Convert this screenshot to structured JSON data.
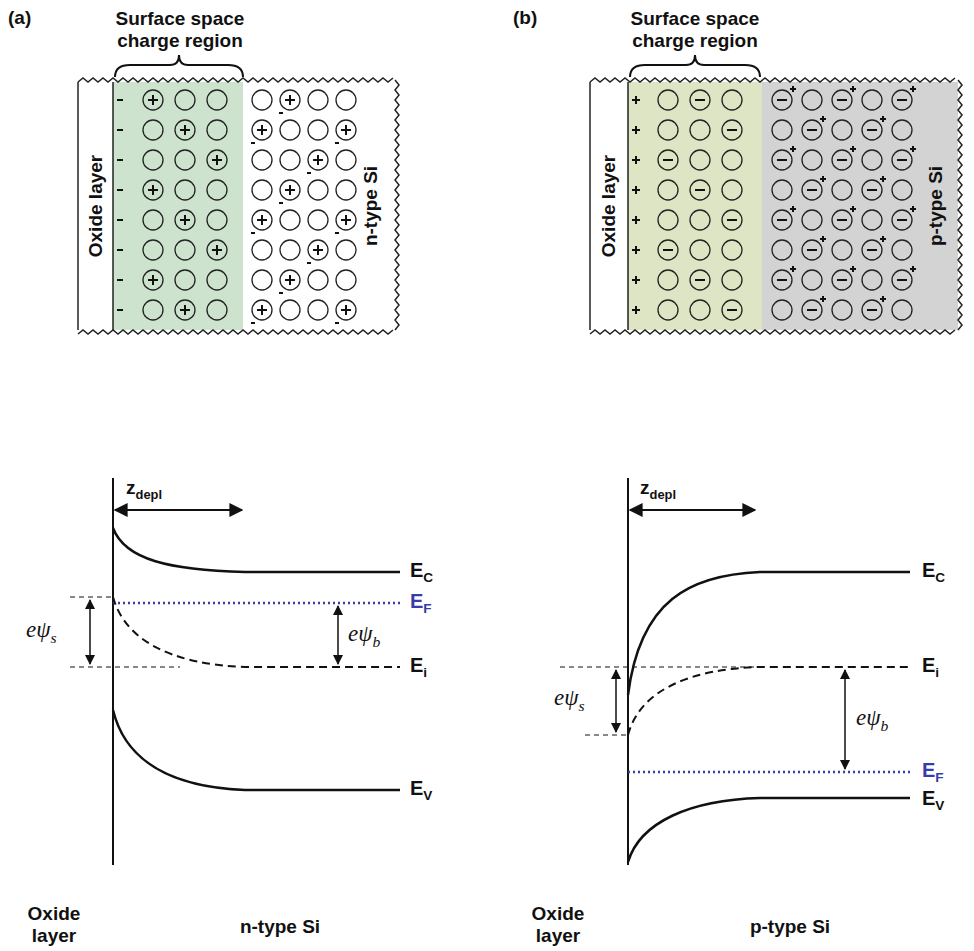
{
  "diagram": {
    "nodes": [
      {
        "text": [
          "Oxide layer"
        ]
      },
      {
        "text": [
          "n-type Si"
        ]
      },
      {
        "text": [
          "Oxide layer"
        ]
      },
      {
        "text": [
          "p-type Si"
        ]
      }
    ],
    "labels": [
      "(a)",
      "Surface space charge region",
      "zdepl",
      "EC",
      "EF",
      "eψs",
      "eψb",
      "Ei",
      "EV",
      "Oxide layer",
      "n-type Si",
      "(b)",
      "Surface space charge region",
      "zdepl",
      "EC",
      "eψs",
      "Ei",
      "eψb",
      "EF",
      "EV",
      "Oxide layer",
      "p-type Si"
    ]
  }
}
